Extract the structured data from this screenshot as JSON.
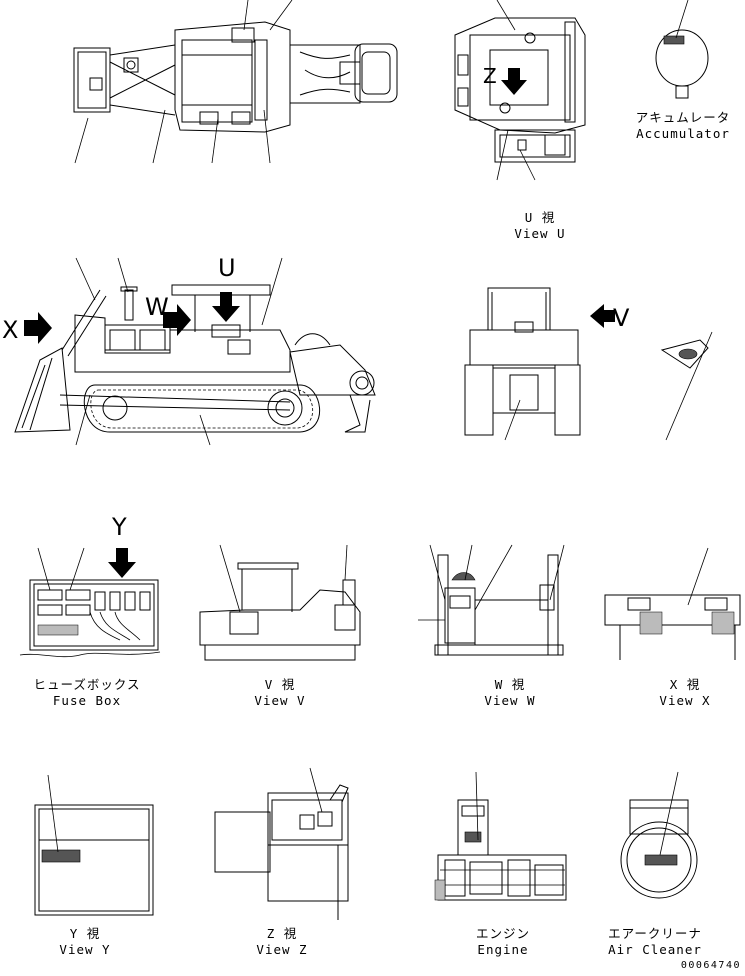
{
  "captions": {
    "view_u": {
      "jp": "U 視",
      "en": "View U"
    },
    "accumulator": {
      "jp": "アキュムレータ",
      "en": "Accumulator"
    },
    "fuse_box": {
      "jp": "ヒューズボックス",
      "en": "Fuse Box"
    },
    "view_v": {
      "jp": "V 視",
      "en": "View V"
    },
    "view_w": {
      "jp": "W 視",
      "en": "View W"
    },
    "view_x": {
      "jp": "X 視",
      "en": "View X"
    },
    "view_y": {
      "jp": "Y 視",
      "en": "View Y"
    },
    "view_z": {
      "jp": "Z 視",
      "en": "View Z"
    },
    "engine": {
      "jp": "エンジン",
      "en": "Engine"
    },
    "air_cleaner": {
      "jp": "エアークリーナ",
      "en": "Air Cleaner"
    }
  },
  "view_letters": {
    "x": "X",
    "w": "W",
    "u": "U",
    "v": "V",
    "y": "Y",
    "z": "Z"
  },
  "drawing_code": "00064740"
}
